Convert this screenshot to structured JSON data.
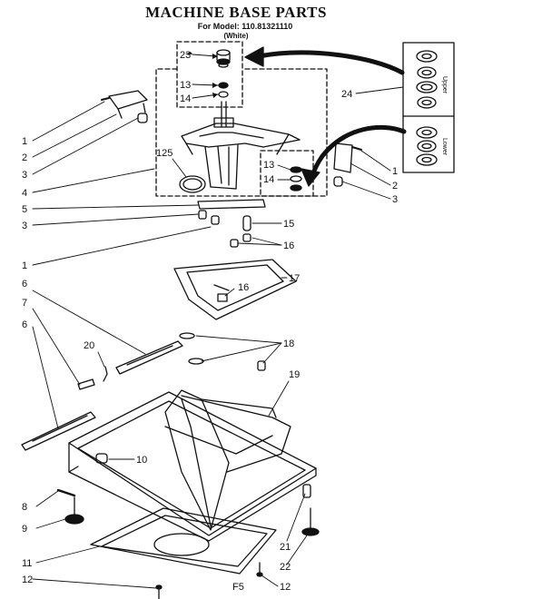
{
  "diagram": {
    "title": "MACHINE BASE PARTS",
    "model": "For Model: 110.81321110",
    "variant": "(White)",
    "upper_label": "Upper",
    "lower_label": "Lower",
    "callouts": [
      {
        "id": "c23",
        "text": "23"
      },
      {
        "id": "c13a",
        "text": "13"
      },
      {
        "id": "c14a",
        "text": "14"
      },
      {
        "id": "c24",
        "text": "24"
      },
      {
        "id": "c1a",
        "text": "1"
      },
      {
        "id": "c2a",
        "text": "2"
      },
      {
        "id": "c3a",
        "text": "3"
      },
      {
        "id": "c4",
        "text": "4"
      },
      {
        "id": "c125",
        "text": "125"
      },
      {
        "id": "c13b",
        "text": "13"
      },
      {
        "id": "c14b",
        "text": "14"
      },
      {
        "id": "c1b",
        "text": "1"
      },
      {
        "id": "c2b",
        "text": "2"
      },
      {
        "id": "c3b",
        "text": "3"
      },
      {
        "id": "c5",
        "text": "5"
      },
      {
        "id": "c3c",
        "text": "3"
      },
      {
        "id": "c15",
        "text": "15"
      },
      {
        "id": "c16a",
        "text": "16"
      },
      {
        "id": "c1c",
        "text": "1"
      },
      {
        "id": "c17",
        "text": "17"
      },
      {
        "id": "c16b",
        "text": "16"
      },
      {
        "id": "c6a",
        "text": "6"
      },
      {
        "id": "c7",
        "text": "7"
      },
      {
        "id": "c6b",
        "text": "6"
      },
      {
        "id": "c20",
        "text": "20"
      },
      {
        "id": "c18",
        "text": "18"
      },
      {
        "id": "c19",
        "text": "19"
      },
      {
        "id": "c10",
        "text": "10"
      },
      {
        "id": "c8",
        "text": "8"
      },
      {
        "id": "c9",
        "text": "9"
      },
      {
        "id": "c11",
        "text": "11"
      },
      {
        "id": "c21",
        "text": "21"
      },
      {
        "id": "c22",
        "text": "22"
      },
      {
        "id": "c12a",
        "text": "12"
      },
      {
        "id": "cF5",
        "text": "F5"
      },
      {
        "id": "c12b",
        "text": "12"
      }
    ]
  }
}
